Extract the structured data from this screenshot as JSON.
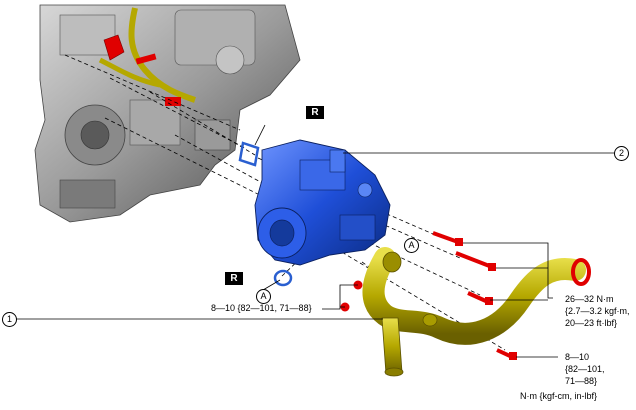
{
  "callouts": {
    "part_1": "1",
    "part_2": "2",
    "ref_a_upper": "A",
    "ref_a_lower": "A",
    "replace_upper": "R",
    "replace_lower": "R"
  },
  "torque_specs": {
    "left": "8—10 {82—101, 71—88}",
    "right_line1": "26—32 N·m",
    "right_line2": "{2.7—3.2 kgf·m,",
    "right_line3": "20—23 ft·lbf}",
    "bottom_line1": "8—10",
    "bottom_line2": "{82—101,",
    "bottom_line3": "71—88}"
  },
  "units_note": "N·m {kgf-cm, in-lbf}",
  "colors": {
    "engine": "#9a9a9a",
    "pump": "#1f4fd8",
    "hose": "#b5a800",
    "highlight": "#e00000",
    "gasket": "#2a5fd0"
  }
}
